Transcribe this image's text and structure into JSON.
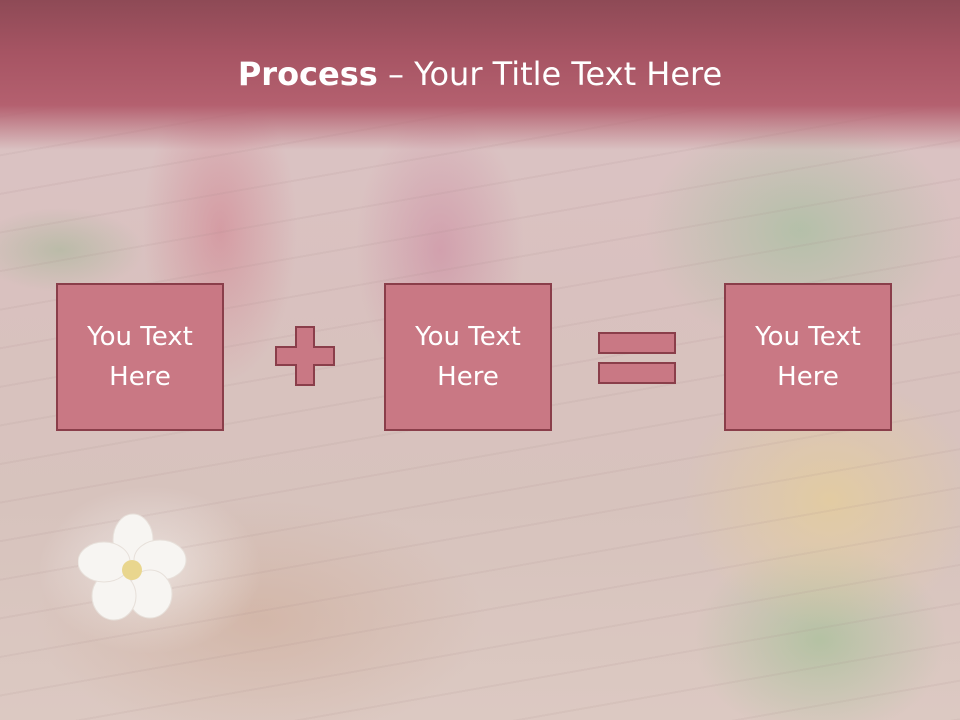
{
  "title": {
    "bold": "Process",
    "rest": " – Your Title Text Here"
  },
  "boxes": [
    {
      "line1": "You Text",
      "line2": "Here"
    },
    {
      "line1": "You Text",
      "line2": "Here"
    },
    {
      "line1": "You Text",
      "line2": "Here"
    }
  ],
  "operators": {
    "plus_icon": "plus-icon",
    "equals_icon": "equals-icon"
  },
  "colors": {
    "title_bar": "#a65463",
    "box_fill": "#c97884",
    "box_border": "#8a3e4a",
    "operator_fill": "#c97884"
  }
}
